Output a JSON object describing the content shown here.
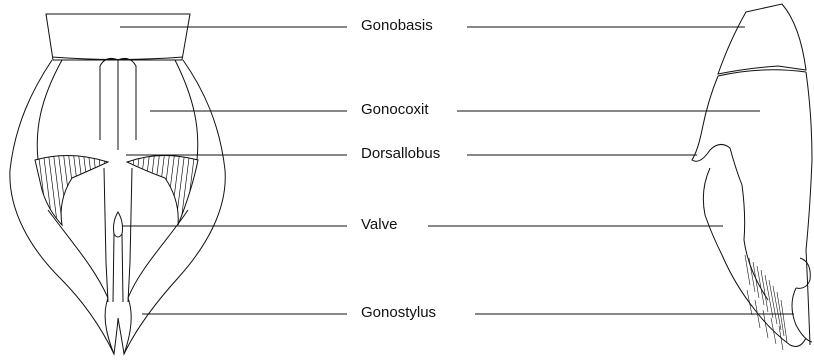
{
  "labels": {
    "gonobasis": "Gonobasis",
    "gonocoxit": "Gonocoxit",
    "dorsallobus": "Dorsallobus",
    "valve": "Valve",
    "gonostylus": "Gonostylus"
  },
  "colors": {
    "ink": "#111111",
    "background": "#ffffff"
  }
}
